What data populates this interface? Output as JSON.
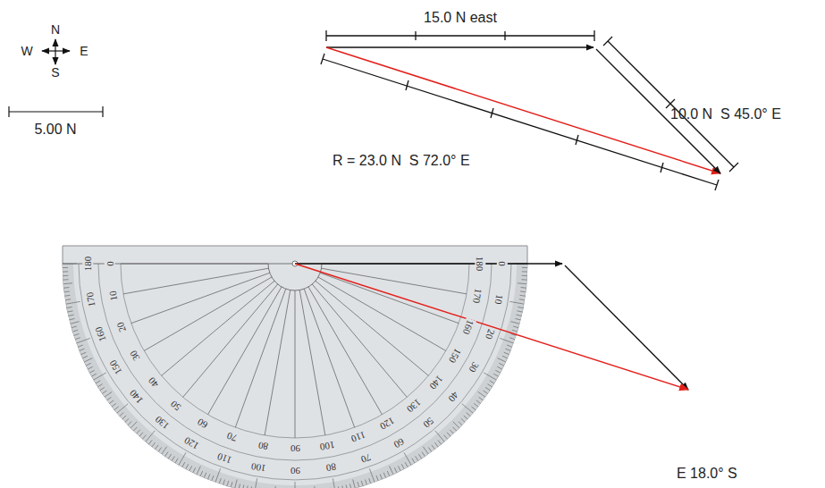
{
  "diagram": {
    "labels": [
      "N",
      "W",
      "E",
      "S",
      "5.00 N",
      "15.0 N east",
      "10.0 N  S 45.0° E",
      "R = 23.0 N  S 72.0° E",
      "0",
      "10",
      "20",
      "30",
      "40",
      "50",
      "60",
      "70",
      "80",
      "90",
      "100",
      "110",
      "120",
      "130",
      "140",
      "150",
      "160",
      "170",
      "180",
      "0",
      "10",
      "20",
      "30",
      "40",
      "50",
      "60",
      "70",
      "80",
      "90",
      "100",
      "110",
      "120",
      "130",
      "140",
      "150",
      "160",
      "170",
      "180",
      "E 18.0° S"
    ]
  }
}
